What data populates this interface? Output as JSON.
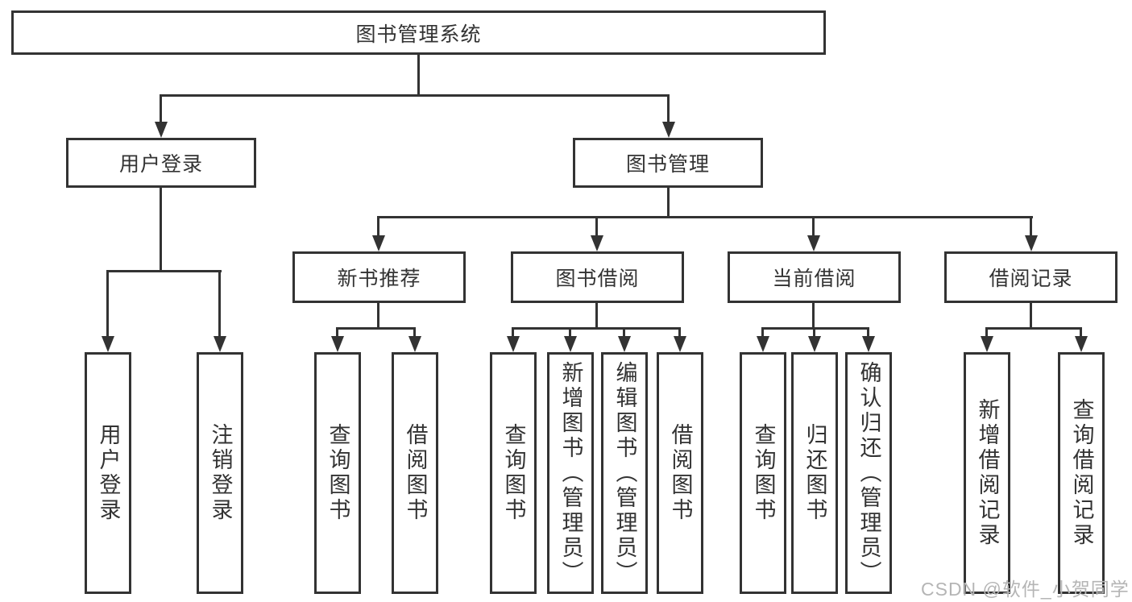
{
  "colors": {
    "line": "#333333",
    "text": "#333333",
    "watermark": "#b5b5b5",
    "background": "#ffffff"
  },
  "watermark": {
    "text": "CSDN @软件_小贺同学"
  },
  "tree": {
    "root": "图书管理系统",
    "children": [
      {
        "label": "用户登录",
        "children": [
          "用户登录",
          "注销登录"
        ]
      },
      {
        "label": "图书管理",
        "children": [
          {
            "label": "新书推荐",
            "children": [
              "查询图书",
              "借阅图书"
            ]
          },
          {
            "label": "图书借阅",
            "children": [
              "查询图书",
              "新增图书（管理员）",
              "编辑图书（管理员）",
              "借阅图书"
            ]
          },
          {
            "label": "当前借阅",
            "children": [
              "查询图书",
              "归还图书",
              "确认归还（管理员）"
            ]
          },
          {
            "label": "借阅记录",
            "children": [
              "新增借阅记录",
              "查询借阅记录"
            ]
          }
        ]
      }
    ]
  }
}
